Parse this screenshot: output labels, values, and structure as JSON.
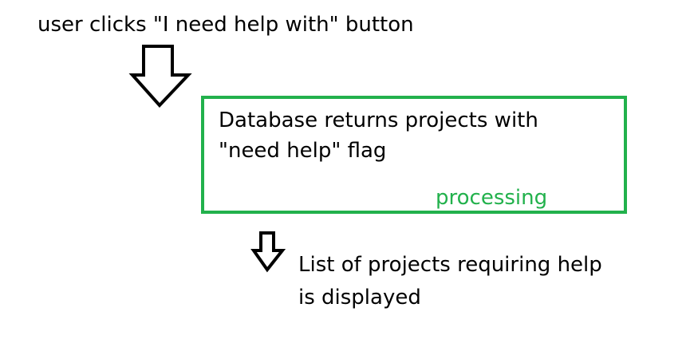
{
  "step1": {
    "text": "user clicks \"I need help with\" button"
  },
  "step2": {
    "line1": "Database returns projects with",
    "line2": "\"need help\" flag",
    "status": "processing",
    "border_color": "#22b14c"
  },
  "step3": {
    "line1": "List of projects requiring help",
    "line2": "is displayed"
  },
  "arrows": [
    {
      "icon": "down-arrow-icon"
    },
    {
      "icon": "down-arrow-icon"
    }
  ]
}
